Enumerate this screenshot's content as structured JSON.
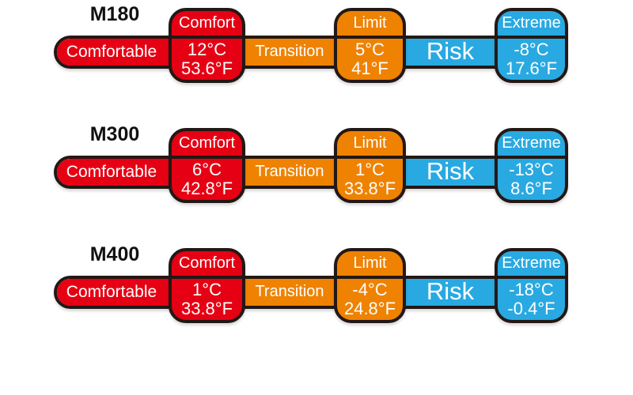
{
  "colors": {
    "comfort_red": "#e60014",
    "transition_orange": "#ef8200",
    "risk_blue": "#29a9e1",
    "outline_black": "#231815",
    "text_white": "#ffffff"
  },
  "bar_labels": {
    "comfortable": "Comfortable",
    "transition": "Transition",
    "risk": "Risk"
  },
  "box_labels": {
    "comfort": "Comfort",
    "limit": "Limit",
    "extreme": "Extreme"
  },
  "rows": [
    {
      "model": "M180",
      "comfort": {
        "c": "12°C",
        "f": "53.6°F"
      },
      "limit": {
        "c": "5°C",
        "f": "41°F"
      },
      "extreme": {
        "c": "-8°C",
        "f": "17.6°F"
      }
    },
    {
      "model": "M300",
      "comfort": {
        "c": "6°C",
        "f": "42.8°F"
      },
      "limit": {
        "c": "1°C",
        "f": "33.8°F"
      },
      "extreme": {
        "c": "-13°C",
        "f": "8.6°F"
      }
    },
    {
      "model": "M400",
      "comfort": {
        "c": "1°C",
        "f": "33.8°F"
      },
      "limit": {
        "c": "-4°C",
        "f": "24.8°F"
      },
      "extreme": {
        "c": "-18°C",
        "f": "-0.4°F"
      }
    }
  ]
}
